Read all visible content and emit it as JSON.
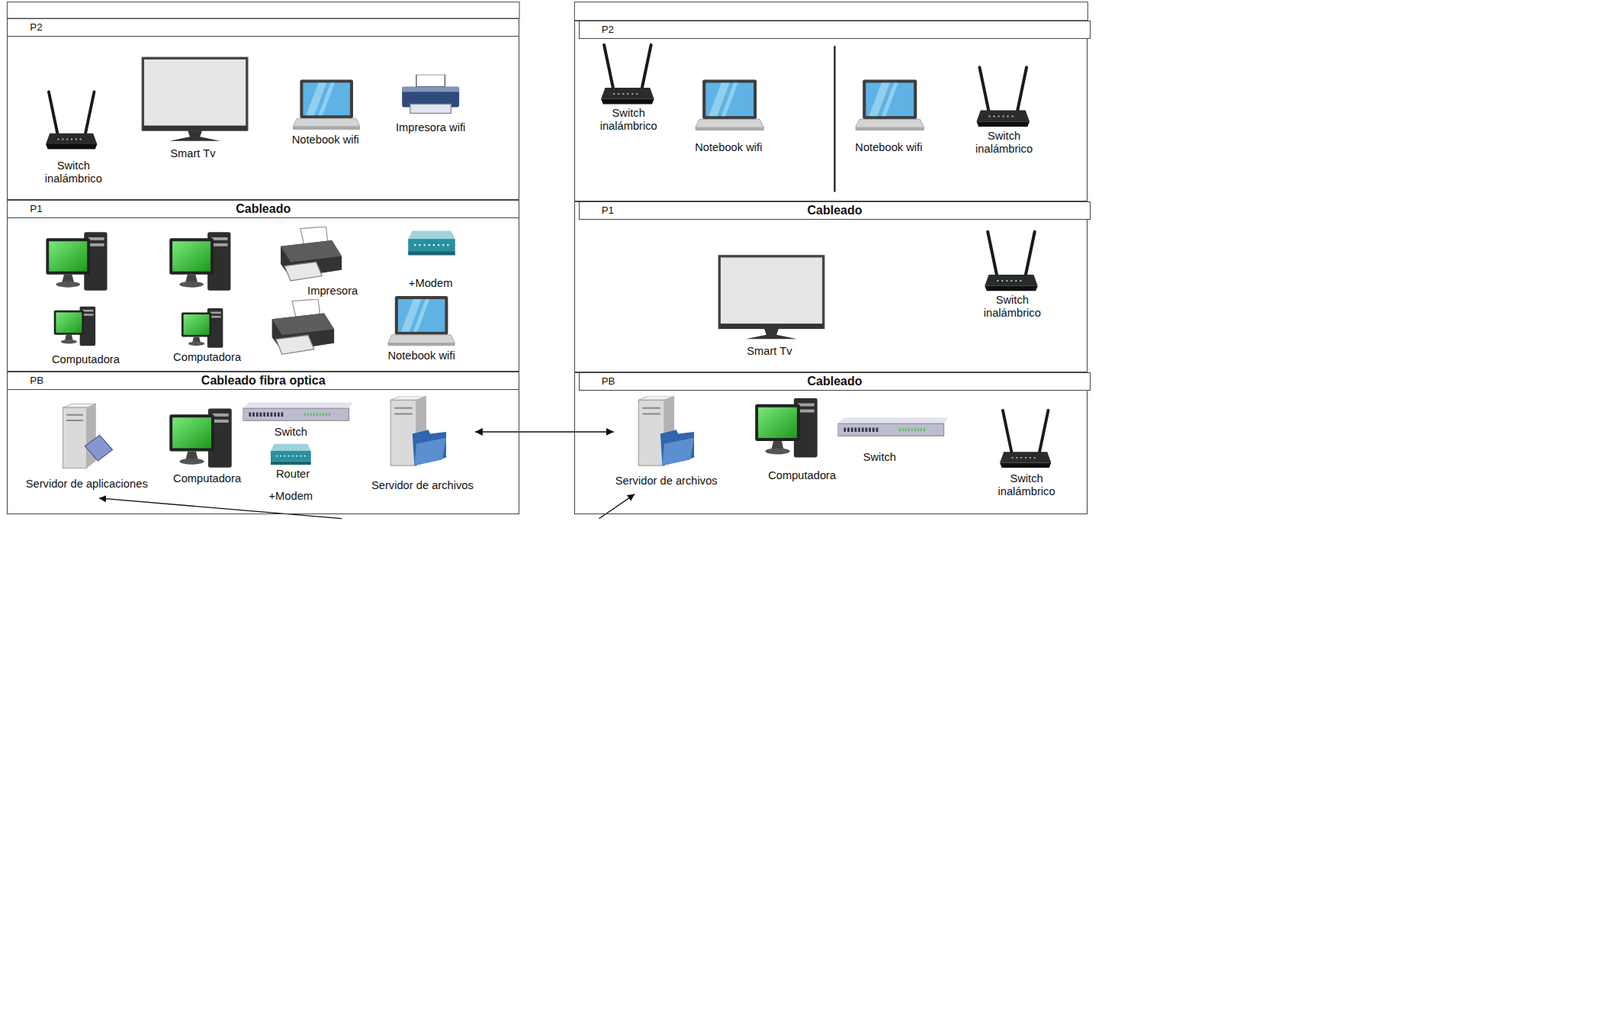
{
  "diagram": {
    "nodes": [
      {
        "text": [
          "P2"
        ]
      },
      {
        "text": [
          "Switch inalámbrico"
        ],
        "in": 0
      },
      {
        "text": [
          "Smart Tv"
        ],
        "in": 0
      },
      {
        "text": [
          "Notebook wifi"
        ],
        "in": 0
      },
      {
        "text": [
          "Impresora wifi"
        ],
        "in": 0
      },
      {
        "text": [
          "P1",
          "Cableado"
        ]
      },
      {
        "text": [
          "Impresora"
        ],
        "in": 5
      },
      {
        "text": [
          "+Modem"
        ],
        "in": 5
      },
      {
        "text": [
          "Computadora"
        ],
        "in": 5
      },
      {
        "text": [
          "Computadora"
        ],
        "in": 5
      },
      {
        "text": [
          "Notebook wifi"
        ],
        "in": 5
      },
      {
        "text": [
          "PB",
          "Cableado fibra optica"
        ]
      },
      {
        "text": [
          "Servidor de aplicaciones"
        ],
        "in": 11
      },
      {
        "text": [
          "Computadora"
        ],
        "in": 11
      },
      {
        "text": [
          "Switch"
        ],
        "in": 11
      },
      {
        "text": [
          "Router",
          "+Modem"
        ],
        "in": 11
      },
      {
        "text": [
          "Servidor de archivos"
        ],
        "in": 11
      },
      {
        "text": [
          "P2"
        ]
      },
      {
        "text": [
          "Switch inalámbrico"
        ],
        "in": 17
      },
      {
        "text": [
          "Notebook wifi"
        ],
        "in": 17
      },
      {
        "text": [
          "Notebook wifi"
        ],
        "in": 17
      },
      {
        "text": [
          "Switch inalámbrico"
        ],
        "in": 17
      },
      {
        "text": [
          "P1",
          "Cableado"
        ]
      },
      {
        "text": [
          "Smart Tv"
        ],
        "in": 22
      },
      {
        "text": [
          "Switch inalámbrico"
        ],
        "in": 22
      },
      {
        "text": [
          "PB",
          "Cableado"
        ]
      },
      {
        "text": [
          "Servidor de archivos"
        ],
        "in": 25
      },
      {
        "text": [
          "Computadora"
        ],
        "in": 25
      },
      {
        "text": [
          "Switch"
        ],
        "in": 25
      },
      {
        "text": [
          "Switch inalámbrico"
        ],
        "in": 25
      }
    ],
    "edges": [
      {
        "from": 16,
        "to": 26,
        "arrow": "both"
      }
    ]
  }
}
